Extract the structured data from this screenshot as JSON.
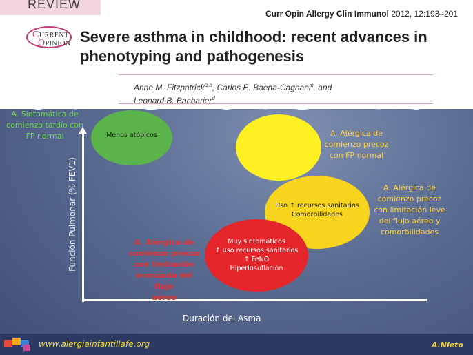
{
  "header": {
    "tab_label": "REVIEW",
    "journal_name": "Curr Opin Allergy Clin Immunol",
    "journal_ref": " 2012, 12:193–201",
    "logo_line1_cap": "C",
    "logo_line1_rest": "URRENT",
    "logo_line2_cap": "O",
    "logo_line2_rest": "PINION",
    "title": "Severe asthma in childhood: recent advances in phenotyping and pathogenesis",
    "authors_line1": "Anne M. Fitzpatrick",
    "authors_sup1": "a,b",
    "authors_mid": ", Carlos E. Baena-Cagnani",
    "authors_sup2": "c",
    "authors_end": ", and",
    "authors_line2": "Leonard B. Bacharier",
    "authors_sup3": "d"
  },
  "diagram": {
    "y_axis_label": "Función Pulmonar (% FEV1)",
    "x_axis_label": "Duración del Asma",
    "bubbles": {
      "green": {
        "color": "#5bb34b",
        "text": "Menos atópicos"
      },
      "yellow_light": {
        "color": "#fff022"
      },
      "yellow": {
        "color": "#f7d51e",
        "line1": "Uso ↑ recursos sanitarios",
        "line2": "Comorbilidades"
      },
      "red": {
        "color": "#e4262b",
        "line1": "Muy sintomáticos",
        "line2": "↑ uso recursos sanitarios",
        "line3": "↑ FeNO",
        "line4": "Hiperinsuflación"
      }
    },
    "labels": {
      "green": {
        "color": "#6fd84a",
        "line1": "A. Sintomática de",
        "line2": "comienzo tardío con",
        "line3": "FP normal"
      },
      "yellow_light": {
        "color": "#ffd23a",
        "line1": "A. Alérgica de",
        "line2": "comienzo precoz",
        "line3": "con FP normal"
      },
      "yellow": {
        "color": "#ffd23a",
        "line1": "A. Alérgica de",
        "line2": "comienzo precoz",
        "line3": "con limitación leve",
        "line4": "del flujo aéreo y",
        "line5": "comorbilidades"
      },
      "red": {
        "color": "#e8302f",
        "line1": "A. Alérgica de",
        "line2": "comienzo precoz",
        "line3": "con limitación",
        "line4": "avanzada del flujo",
        "line5": "aéreo"
      }
    }
  },
  "footer": {
    "url": "www.alergiainfantillafe.org",
    "credit": "A.Nieto"
  }
}
